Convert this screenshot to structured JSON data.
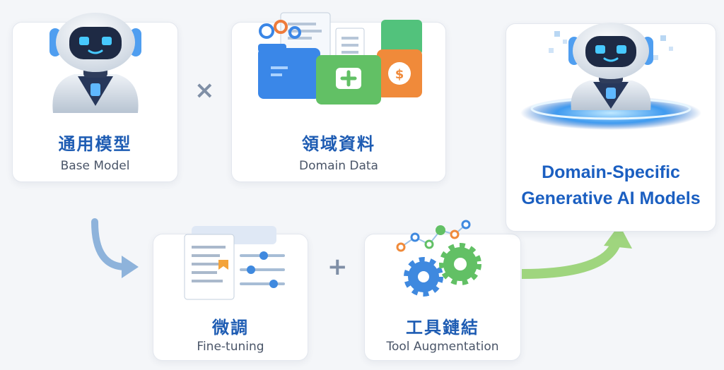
{
  "cards": {
    "base_model": {
      "zh": "通用模型",
      "en": "Base Model"
    },
    "domain_data": {
      "zh": "領域資料",
      "en": "Domain Data"
    },
    "fine_tuning": {
      "zh": "微調",
      "en": "Fine-tuning"
    },
    "tool_augmentation": {
      "zh": "工具鏈結",
      "en": "Tool Augmentation"
    }
  },
  "operators": {
    "multiply": "×",
    "plus": "+"
  },
  "target": {
    "line1": "Domain-Specific",
    "line2": "Generative AI Models"
  },
  "icons": [
    "robot-icon",
    "folders-icon",
    "document-sliders-icon",
    "gears-icon",
    "robot-hologram-icon",
    "curved-arrow-icon"
  ],
  "colors": {
    "title_blue": "#1e5cb3",
    "arrow_blue": "#8eb3db",
    "arrow_green": "#9fd57e",
    "robot_eye": "#47c9ff"
  }
}
